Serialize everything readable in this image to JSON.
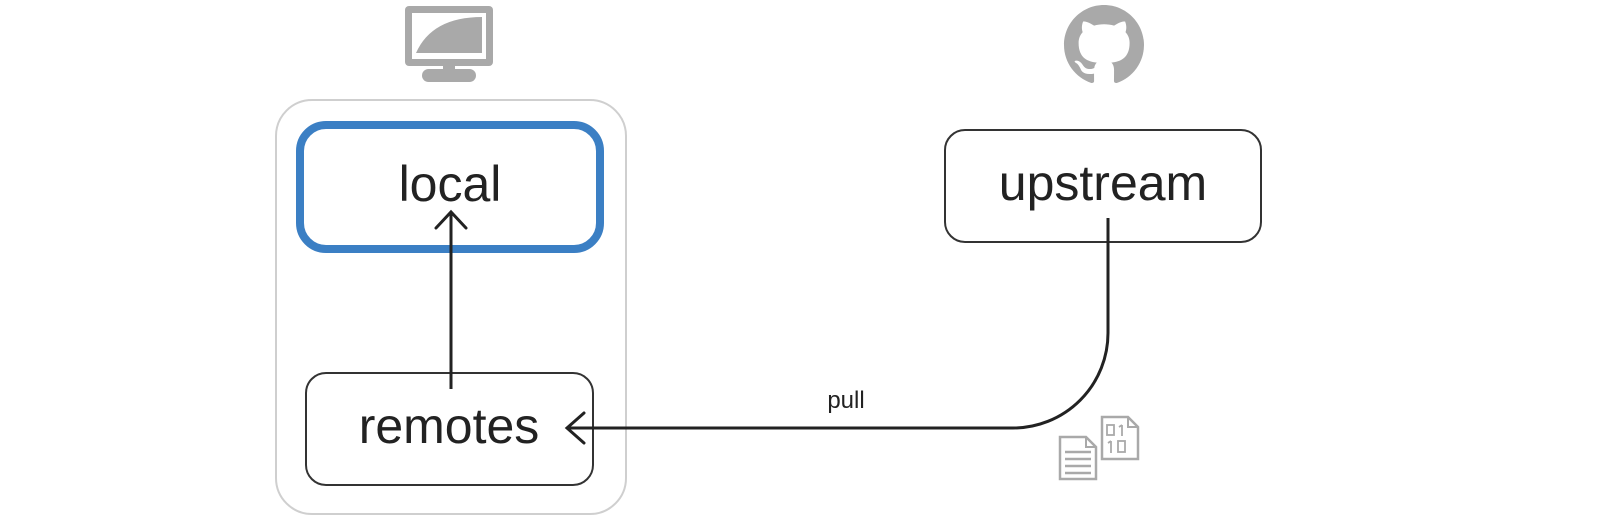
{
  "nodes": {
    "local": {
      "label": "local"
    },
    "remotes": {
      "label": "remotes"
    },
    "upstream": {
      "label": "upstream"
    }
  },
  "edges": {
    "pull": {
      "label": "pull"
    }
  },
  "icons": {
    "computer": "desktop-computer-icon",
    "github": "github-octocat-icon",
    "files": "document-and-binary-file-icons"
  },
  "colors": {
    "local_border": "#3b7fc4",
    "box_border": "#333333",
    "machine_group_border": "#cfcfcf",
    "icon_fill": "#a9a9a9",
    "arrow": "#222222"
  }
}
